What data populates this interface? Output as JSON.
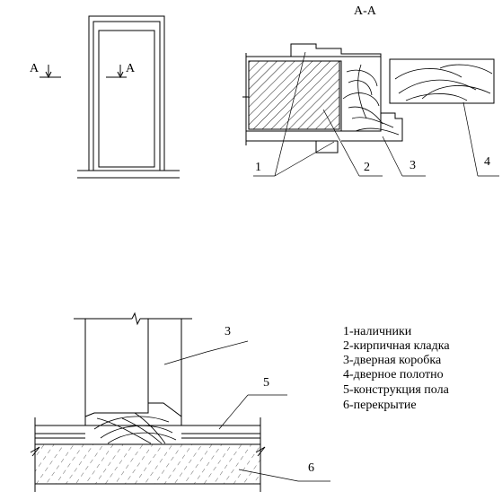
{
  "elevation": {
    "cut_marker_left": "A",
    "cut_marker_right": "A"
  },
  "section_aa": {
    "title": "А-А",
    "callouts": [
      "1",
      "2",
      "3",
      "4"
    ]
  },
  "threshold_section": {
    "callouts": [
      "3",
      "5",
      "6"
    ]
  },
  "legend": {
    "items": [
      "1-наличники",
      "2-кирпичная кладка",
      "3-дверная коробка",
      "4-дверное полотно",
      "5-конструкция пола",
      "6-перекрытие"
    ]
  }
}
